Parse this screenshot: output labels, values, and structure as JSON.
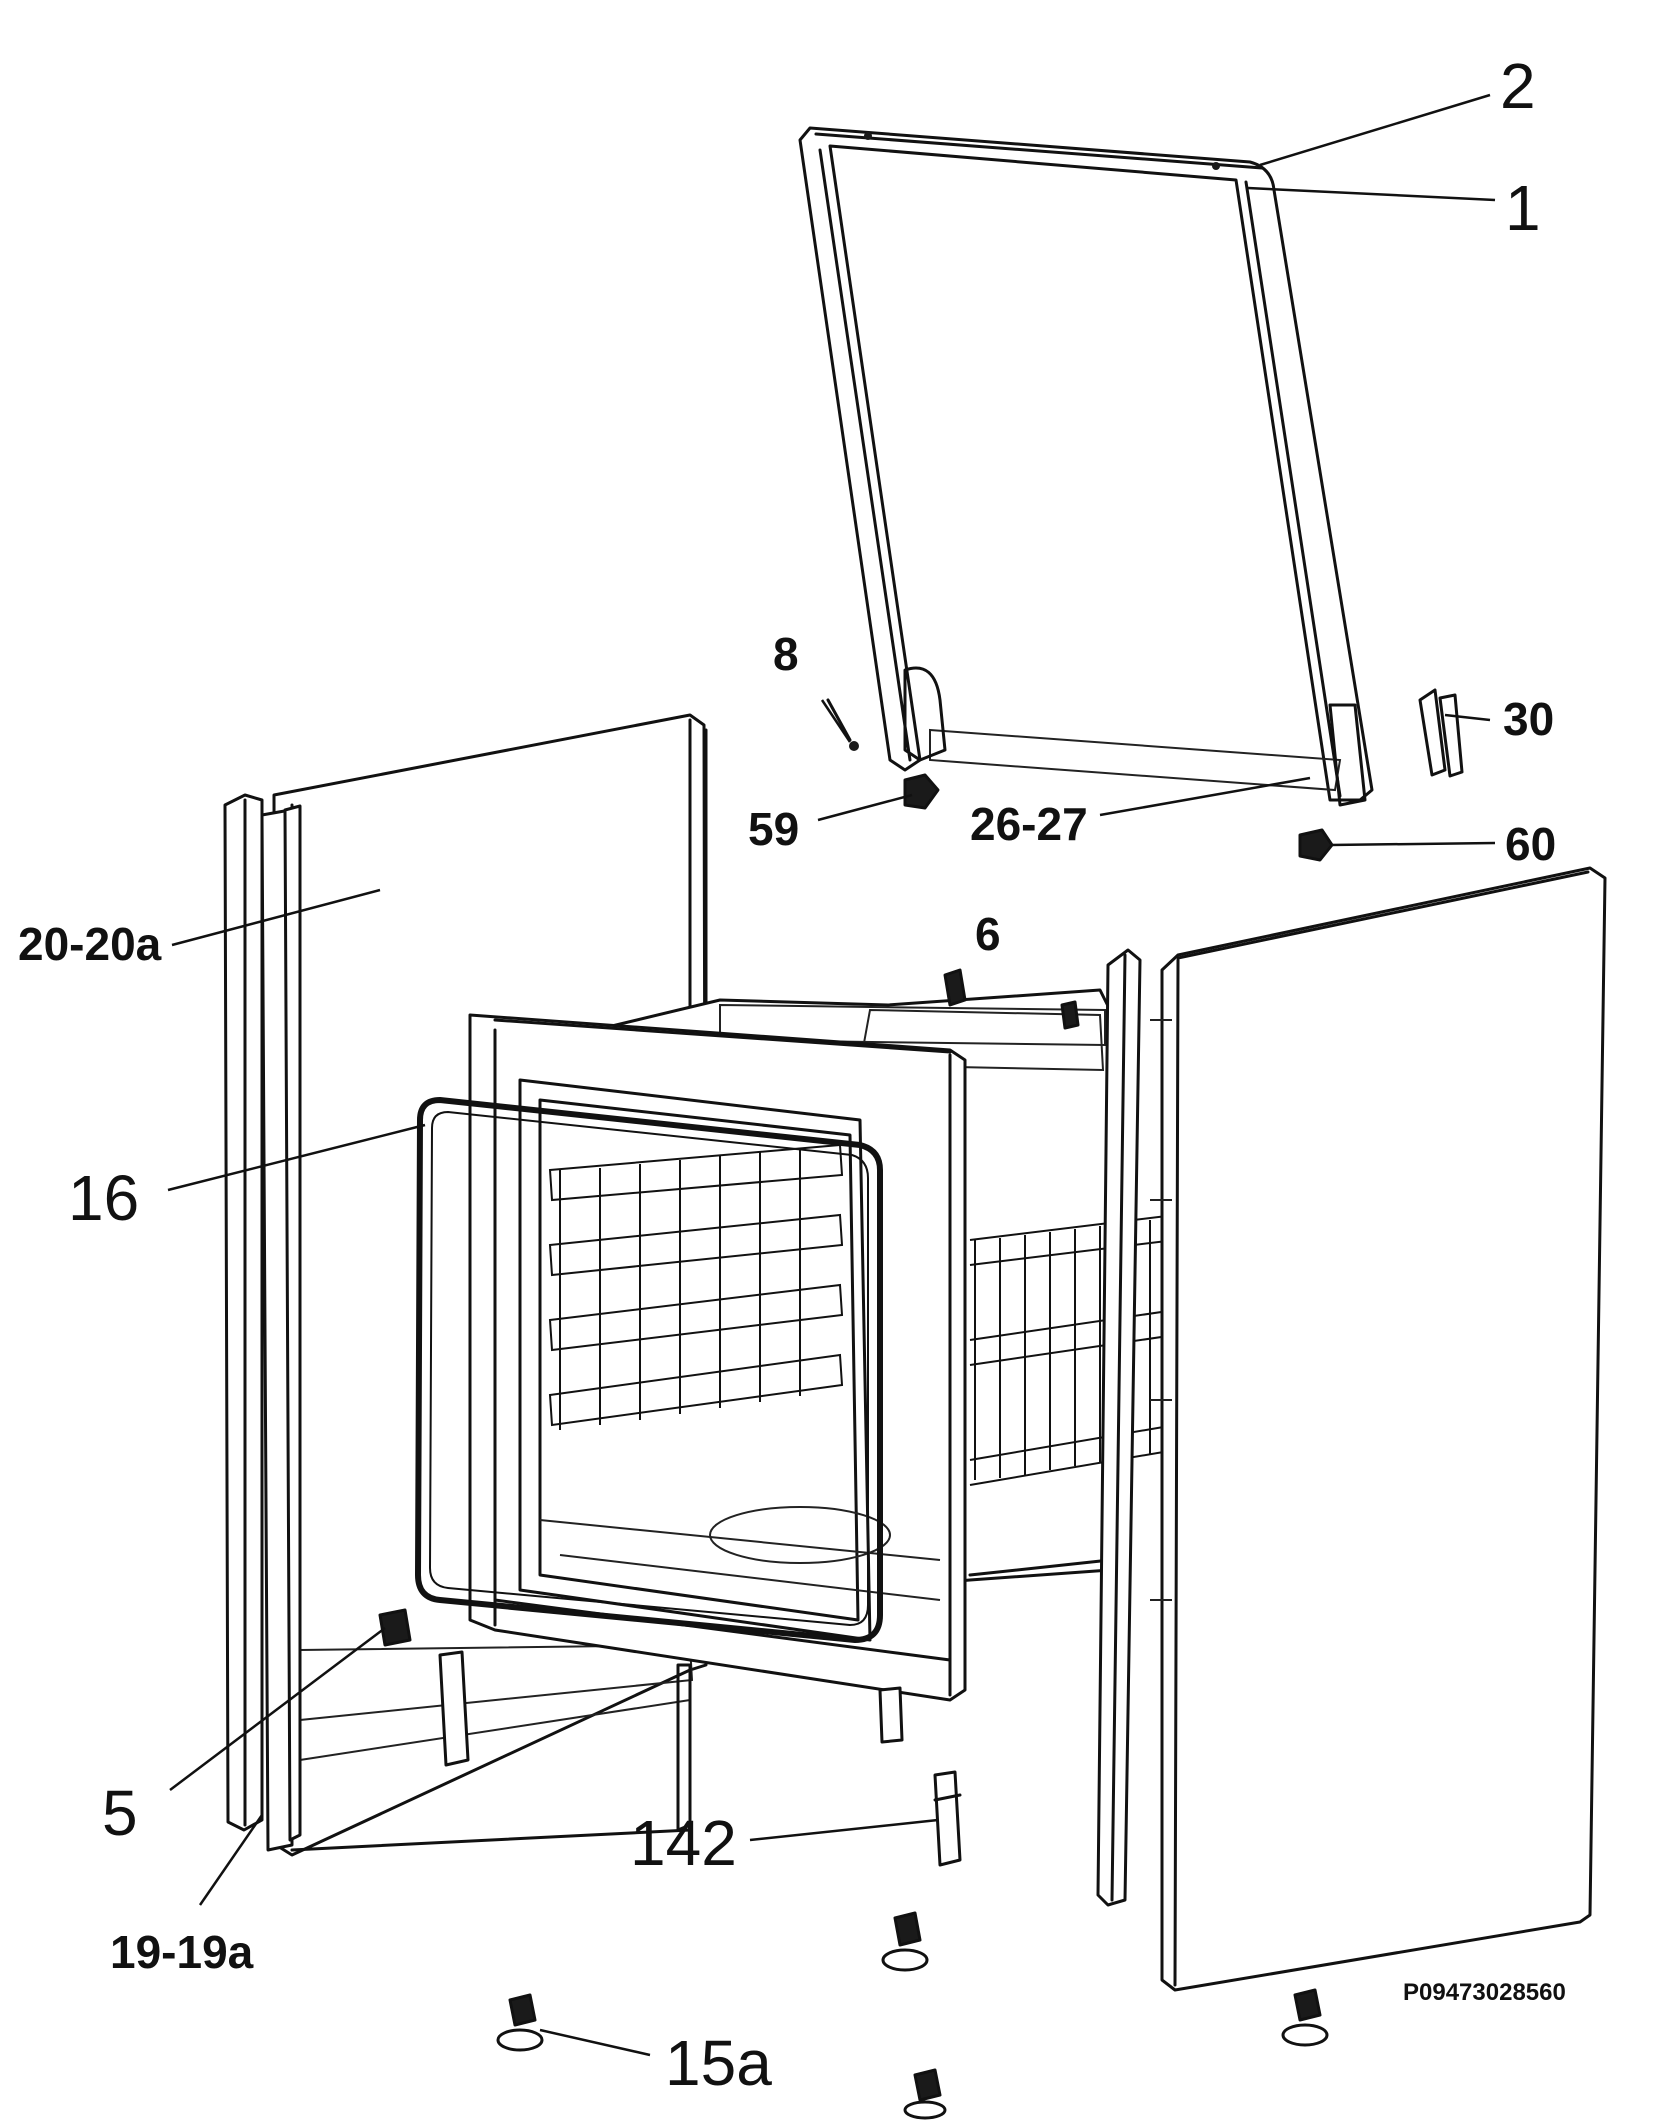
{
  "diagram": {
    "reference_code": "P09473028560",
    "callouts": {
      "c2": "2",
      "c1": "1",
      "c8": "8",
      "c30": "30",
      "c59": "59",
      "c26_27": "26-27",
      "c60": "60",
      "c20_20a": "20-20a",
      "c6": "6",
      "c16": "16",
      "c5": "5",
      "c142": "142",
      "c19_19a": "19-19a",
      "c15a": "15a"
    }
  }
}
